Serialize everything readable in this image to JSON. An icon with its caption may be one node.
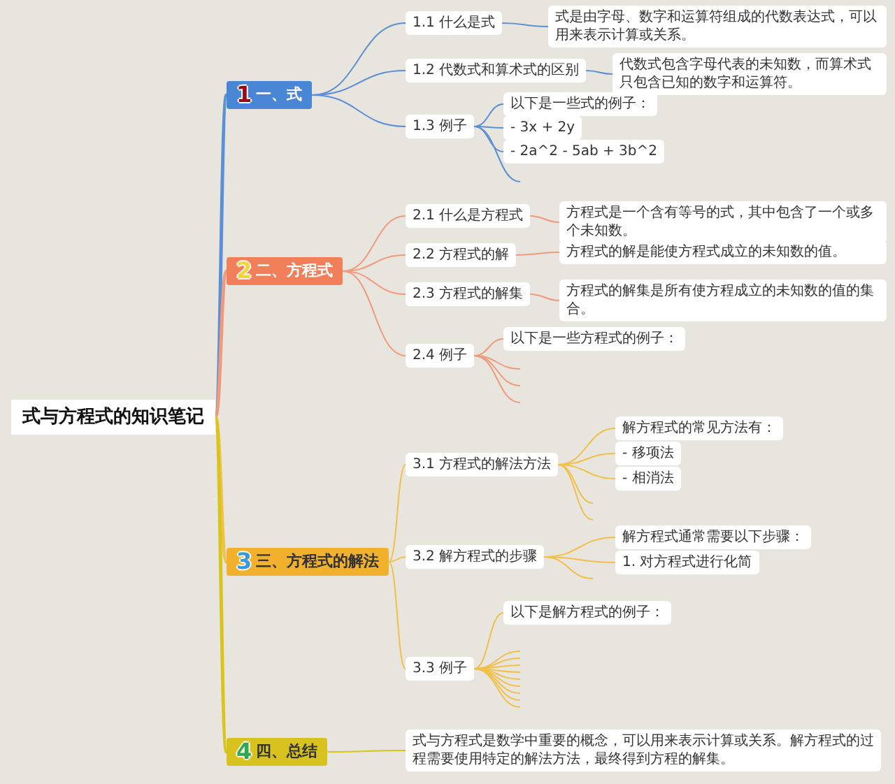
{
  "diagram": {
    "nodes": [
      {
        "text": [
          "式与方程式的知识笔记"
        ]
      },
      {
        "text": [
          "1",
          "一、式"
        ]
      },
      {
        "text": [
          "1.1 什么是式"
        ]
      },
      {
        "text": [
          "式是由字母、数字和运算符组成的代数表达式，可以用来表示计算或关系。"
        ]
      },
      {
        "text": [
          "1.2 代数式和算术式的区别"
        ]
      },
      {
        "text": [
          "代数式包含字母代表的未知数，而算术式只包含已知的数字和运算符。"
        ]
      },
      {
        "text": [
          "1.3 例子"
        ]
      },
      {
        "text": [
          "以下是一些式的例子："
        ]
      },
      {
        "text": [
          "- 3x + 2y"
        ]
      },
      {
        "text": [
          "- 2a^2 - 5ab + 3b^2"
        ]
      },
      {
        "text": [
          "2",
          "二、方程式"
        ]
      },
      {
        "text": [
          "2.1 什么是方程式"
        ]
      },
      {
        "text": [
          "方程式是一个含有等号的式，其中包含了一个或多个未知数。"
        ]
      },
      {
        "text": [
          "2.2 方程式的解"
        ]
      },
      {
        "text": [
          "方程式的解是能使方程式成立的未知数的值。"
        ]
      },
      {
        "text": [
          "2.3 方程式的解集"
        ]
      },
      {
        "text": [
          "方程式的解集是所有使方程成立的未知数的值的集合。"
        ]
      },
      {
        "text": [
          "2.4 例子"
        ]
      },
      {
        "text": [
          "以下是一些方程式的例子："
        ]
      },
      {
        "text": [
          "3",
          "三、方程式的解法"
        ]
      },
      {
        "text": [
          "3.1 方程式的解法方法"
        ]
      },
      {
        "text": [
          "解方程式的常见方法有："
        ]
      },
      {
        "text": [
          "- 移项法"
        ]
      },
      {
        "text": [
          "- 相消法"
        ]
      },
      {
        "text": [
          "3.2 解方程式的步骤"
        ]
      },
      {
        "text": [
          "解方程式通常需要以下步骤："
        ]
      },
      {
        "text": [
          "1. 对方程式进行化简"
        ]
      },
      {
        "text": [
          "3.3 例子"
        ]
      },
      {
        "text": [
          "以下是解方程式的例子："
        ]
      },
      {
        "text": [
          "4",
          "四、总结"
        ]
      },
      {
        "text": [
          "式与方程式是数学中重要的概念，可以用来表示计算或关系。解方程式的过程需要使用特定的解法方法，最终得到方程的解集。"
        ]
      }
    ],
    "edges": [
      {
        "from": 0,
        "to": 1,
        "arrow": "none",
        "style": "thick",
        "color": "#5b8fd6"
      },
      {
        "from": 0,
        "to": 10,
        "arrow": "none",
        "style": "thick",
        "color": "#f19a7a"
      },
      {
        "from": 0,
        "to": 19,
        "arrow": "none",
        "style": "thick"
      },
      {
        "from": 0,
        "to": 29,
        "arrow": "none",
        "style": "thick",
        "color": "#d9c41c"
      },
      {
        "from": 1,
        "to": 2,
        "arrow": "none",
        "color": "#5b8fd6"
      },
      {
        "from": 2,
        "to": 3,
        "arrow": "none",
        "color": "#5b8fd6"
      },
      {
        "from": 1,
        "to": 4,
        "arrow": "none",
        "color": "#5b8fd6"
      },
      {
        "from": 4,
        "to": 5,
        "arrow": "none",
        "color": "#5b8fd6"
      },
      {
        "from": 1,
        "to": 6,
        "arrow": "none",
        "color": "#5b8fd6"
      },
      {
        "from": 6,
        "to": 7,
        "arrow": "none",
        "color": "#5b8fd6"
      },
      {
        "from": 6,
        "to": 8,
        "arrow": "none",
        "color": "#5b8fd6"
      },
      {
        "from": 6,
        "to": 9,
        "arrow": "none",
        "color": "#5b8fd6"
      },
      {
        "from": 6,
        "to": null,
        "arrow": "none",
        "color": "#5b8fd6"
      },
      {
        "from": 10,
        "to": 11,
        "arrow": "none",
        "color": "#f19a7a"
      },
      {
        "from": 11,
        "to": 12,
        "arrow": "none",
        "color": "#f19a7a"
      },
      {
        "from": 10,
        "to": 13,
        "arrow": "none",
        "color": "#f19a7a"
      },
      {
        "from": 13,
        "to": 14,
        "arrow": "none",
        "color": "#f19a7a"
      },
      {
        "from": 10,
        "to": 15,
        "arrow": "none",
        "color": "#f19a7a"
      },
      {
        "from": 15,
        "to": 16,
        "arrow": "none",
        "color": "#f19a7a"
      },
      {
        "from": 10,
        "to": 17,
        "arrow": "none",
        "color": "#f19a7a"
      },
      {
        "from": 17,
        "to": 18,
        "arrow": "none",
        "color": "#f19a7a"
      },
      {
        "from": 17,
        "to": null,
        "arrow": "none",
        "color": "#f19a7a"
      },
      {
        "from": 17,
        "to": null,
        "arrow": "none",
        "color": "#f19a7a"
      },
      {
        "from": 17,
        "to": null,
        "arrow": "none",
        "color": "#f19a7a"
      },
      {
        "from": 19,
        "to": 20,
        "arrow": "none"
      },
      {
        "from": 20,
        "to": 21,
        "arrow": "none"
      },
      {
        "from": 20,
        "to": 22,
        "arrow": "none"
      },
      {
        "from": 20,
        "to": 23,
        "arrow": "none"
      },
      {
        "from": 20,
        "to": null,
        "arrow": "none"
      },
      {
        "from": 20,
        "to": null,
        "arrow": "none"
      },
      {
        "from": 19,
        "to": 24,
        "arrow": "none"
      },
      {
        "from": 24,
        "to": 25,
        "arrow": "none"
      },
      {
        "from": 24,
        "to": 26,
        "arrow": "none"
      },
      {
        "from": 24,
        "to": null,
        "arrow": "none"
      },
      {
        "from": 19,
        "to": 27,
        "arrow": "none"
      },
      {
        "from": 27,
        "to": 28,
        "arrow": "none"
      },
      {
        "from": 27,
        "to": null,
        "arrow": "none"
      },
      {
        "from": 27,
        "to": null,
        "arrow": "none"
      },
      {
        "from": 27,
        "to": null,
        "arrow": "none"
      },
      {
        "from": 27,
        "to": null,
        "arrow": "none"
      },
      {
        "from": 27,
        "to": null,
        "arrow": "none"
      },
      {
        "from": 27,
        "to": null,
        "arrow": "none"
      },
      {
        "from": 27,
        "to": null,
        "arrow": "none"
      },
      {
        "from": 27,
        "to": null,
        "arrow": "none"
      },
      {
        "from": 27,
        "to": null,
        "arrow": "none"
      },
      {
        "from": 29,
        "to": 30,
        "arrow": "none",
        "color": "#d9c41c"
      }
    ]
  }
}
